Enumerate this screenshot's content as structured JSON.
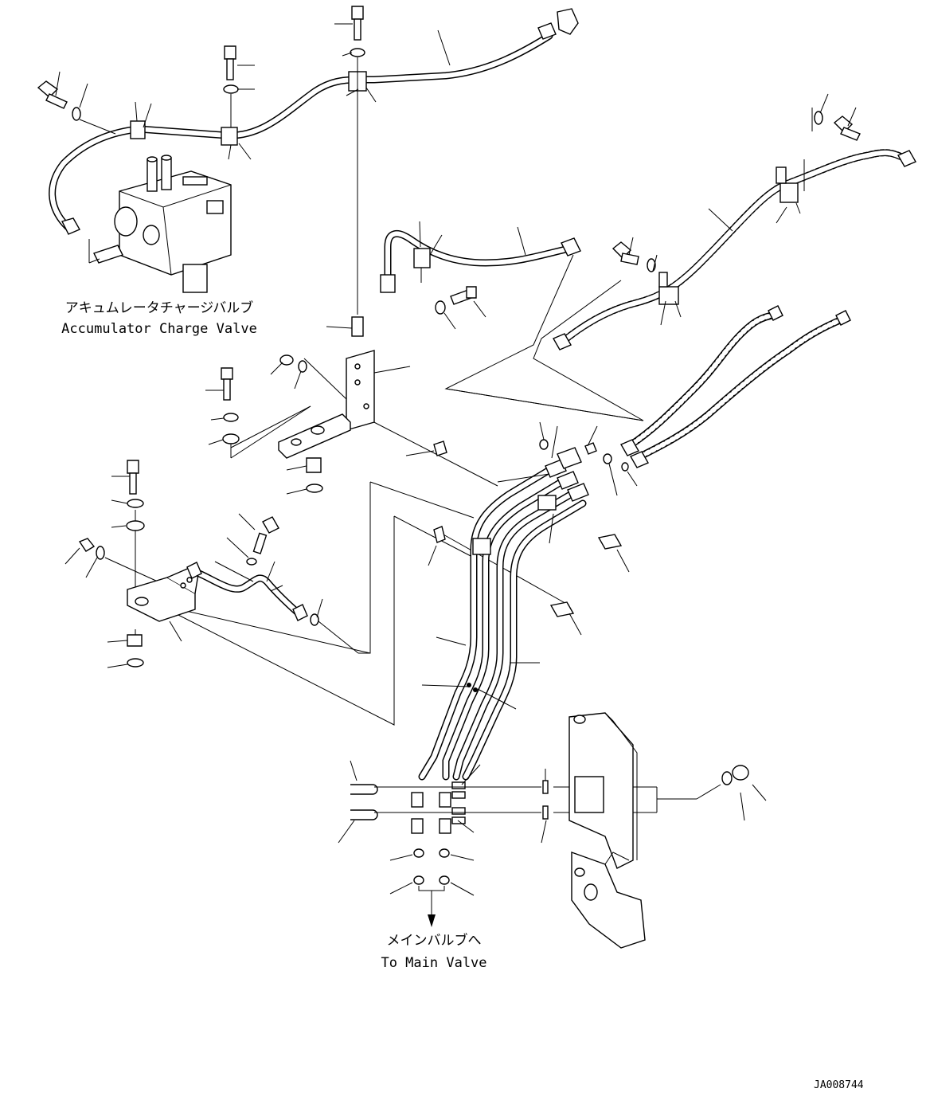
{
  "labels": {
    "accumulator_jp": "アキュムレータチャージバルブ",
    "accumulator_en": "Accumulator Charge Valve",
    "main_valve_jp": "メインバルブへ",
    "main_valve_en": "To Main Valve",
    "drawing_code": "JA008744"
  }
}
